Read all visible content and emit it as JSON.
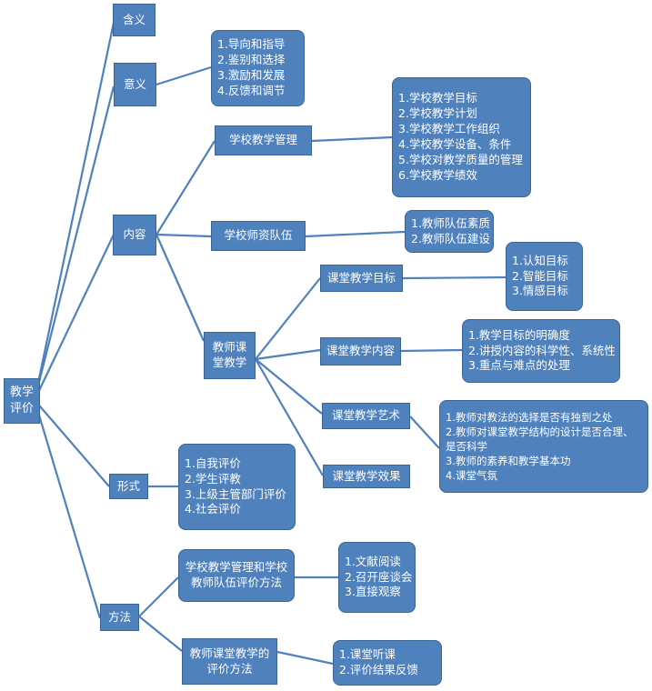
{
  "root": "教学\n评价",
  "han_yi": "含义",
  "yi_yi": {
    "label": "意义",
    "items": [
      "1.导向和指导",
      "2.鉴别和选择",
      "3.激励和发展",
      "4.反馈和调节"
    ]
  },
  "nei_rong": {
    "label": "内容",
    "school_mgmt": {
      "label": "学校教学管理",
      "items": [
        "1.学校教学目标",
        "2.学校教学计划",
        "3.学校教学工作组织",
        "4.学校教学设备、条件",
        "5.学校对教学质量的管理",
        "6.学校教学绩效"
      ]
    },
    "teacher_team": {
      "label": "学校师资队伍",
      "items": [
        "1.教师队伍素质",
        "2.教师队伍建设"
      ]
    },
    "classroom": {
      "label": "教师课\n堂教学",
      "goal": {
        "label": "课堂教学目标",
        "items": [
          "1.认知目标",
          "2.智能目标",
          "3.情感目标"
        ]
      },
      "content": {
        "label": "课堂教学内容",
        "items": [
          "1.教学目标的明确度",
          "2.讲授内容的科学性、系统性",
          "3.重点与难点的处理"
        ]
      },
      "art": {
        "label": "课堂教学艺术",
        "items": [
          "1.教师对教法的选择是否有独到之处",
          "2.教师对课堂教学结构的设计是否合理、   是否科学",
          "3.教师的素养和教学基本功",
          "4.课堂气氛"
        ]
      },
      "effect": {
        "label": "课堂教学效果"
      }
    }
  },
  "xing_shi": {
    "label": "形式",
    "items": [
      "1.自我评价",
      "2.学生评教",
      "3.上级主管部门评价",
      "4.社会评价"
    ]
  },
  "fang_fa": {
    "label": "方法",
    "school_method": {
      "label": "学校教学管理和学校教师队伍评价方法",
      "items": [
        "1.文献阅读",
        "2.召开座谈会",
        "3.直接观察"
      ]
    },
    "classroom_method": {
      "label": "教师课堂教学的\n评价方法",
      "items": [
        "1.课堂听课",
        "2.评价结果反馈"
      ]
    }
  },
  "colors": {
    "node_fill": "#4f81bd",
    "node_border": "#3a6595",
    "line": "#4f81bd",
    "text": "#ffffff"
  }
}
